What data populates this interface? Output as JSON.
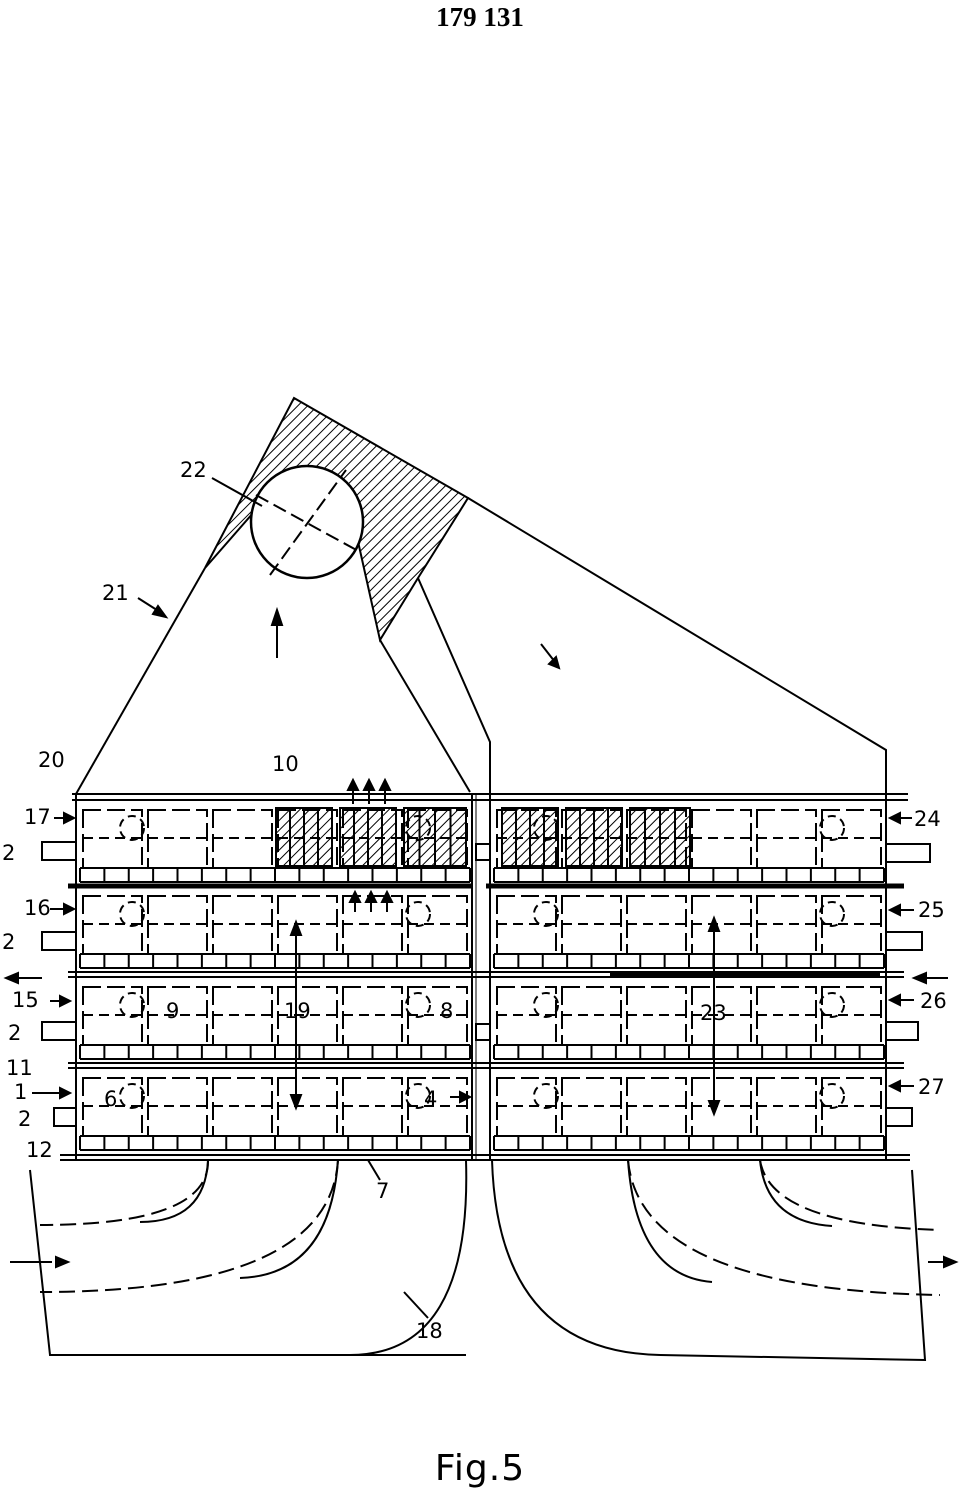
{
  "header": {
    "document_number": "179 131"
  },
  "caption": {
    "figure_label": "Fig.5"
  },
  "reference_numerals": {
    "n1": "1",
    "n2": "2",
    "n4": "4",
    "n6": "6",
    "n7": "7",
    "n8": "8",
    "n9": "9",
    "n10": "10",
    "n11": "11",
    "n12": "12",
    "n15": "15",
    "n16": "16",
    "n17": "17",
    "n18": "18",
    "n19": "19",
    "n20": "20",
    "n21": "21",
    "n22": "22",
    "n23": "23",
    "n24": "24",
    "n25": "25",
    "n26": "26",
    "n27": "27"
  },
  "colors": {
    "line": "#000000",
    "background": "#ffffff"
  }
}
